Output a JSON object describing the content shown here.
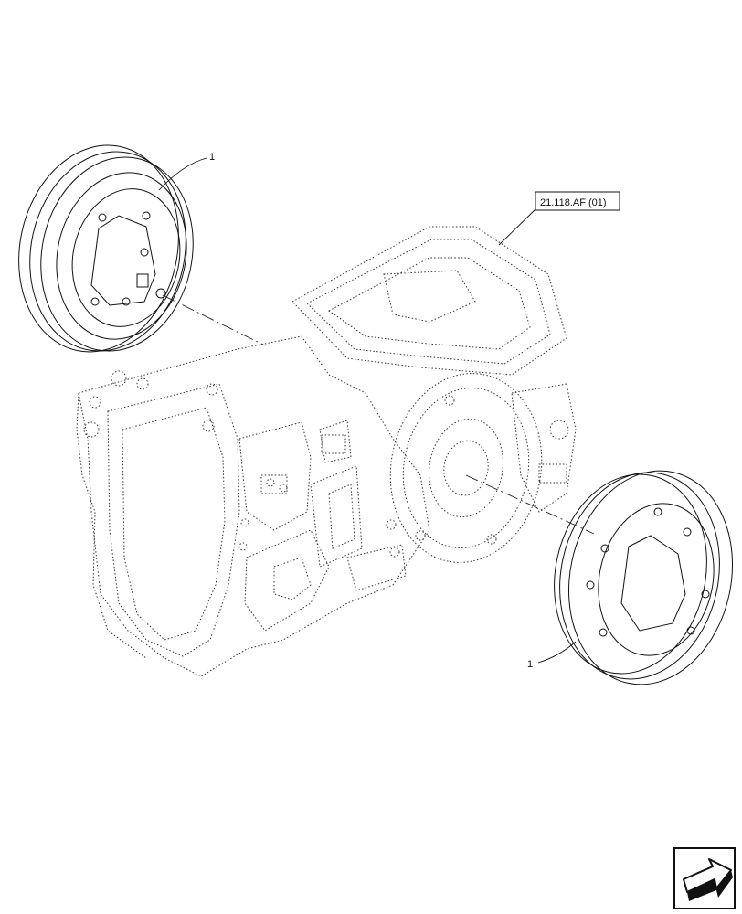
{
  "diagram": {
    "callouts": {
      "upper_left_part": "1",
      "lower_right_part": "1",
      "reference": "21.118.AF (01)"
    },
    "nav_icon": "navigate-arrow-icon"
  }
}
